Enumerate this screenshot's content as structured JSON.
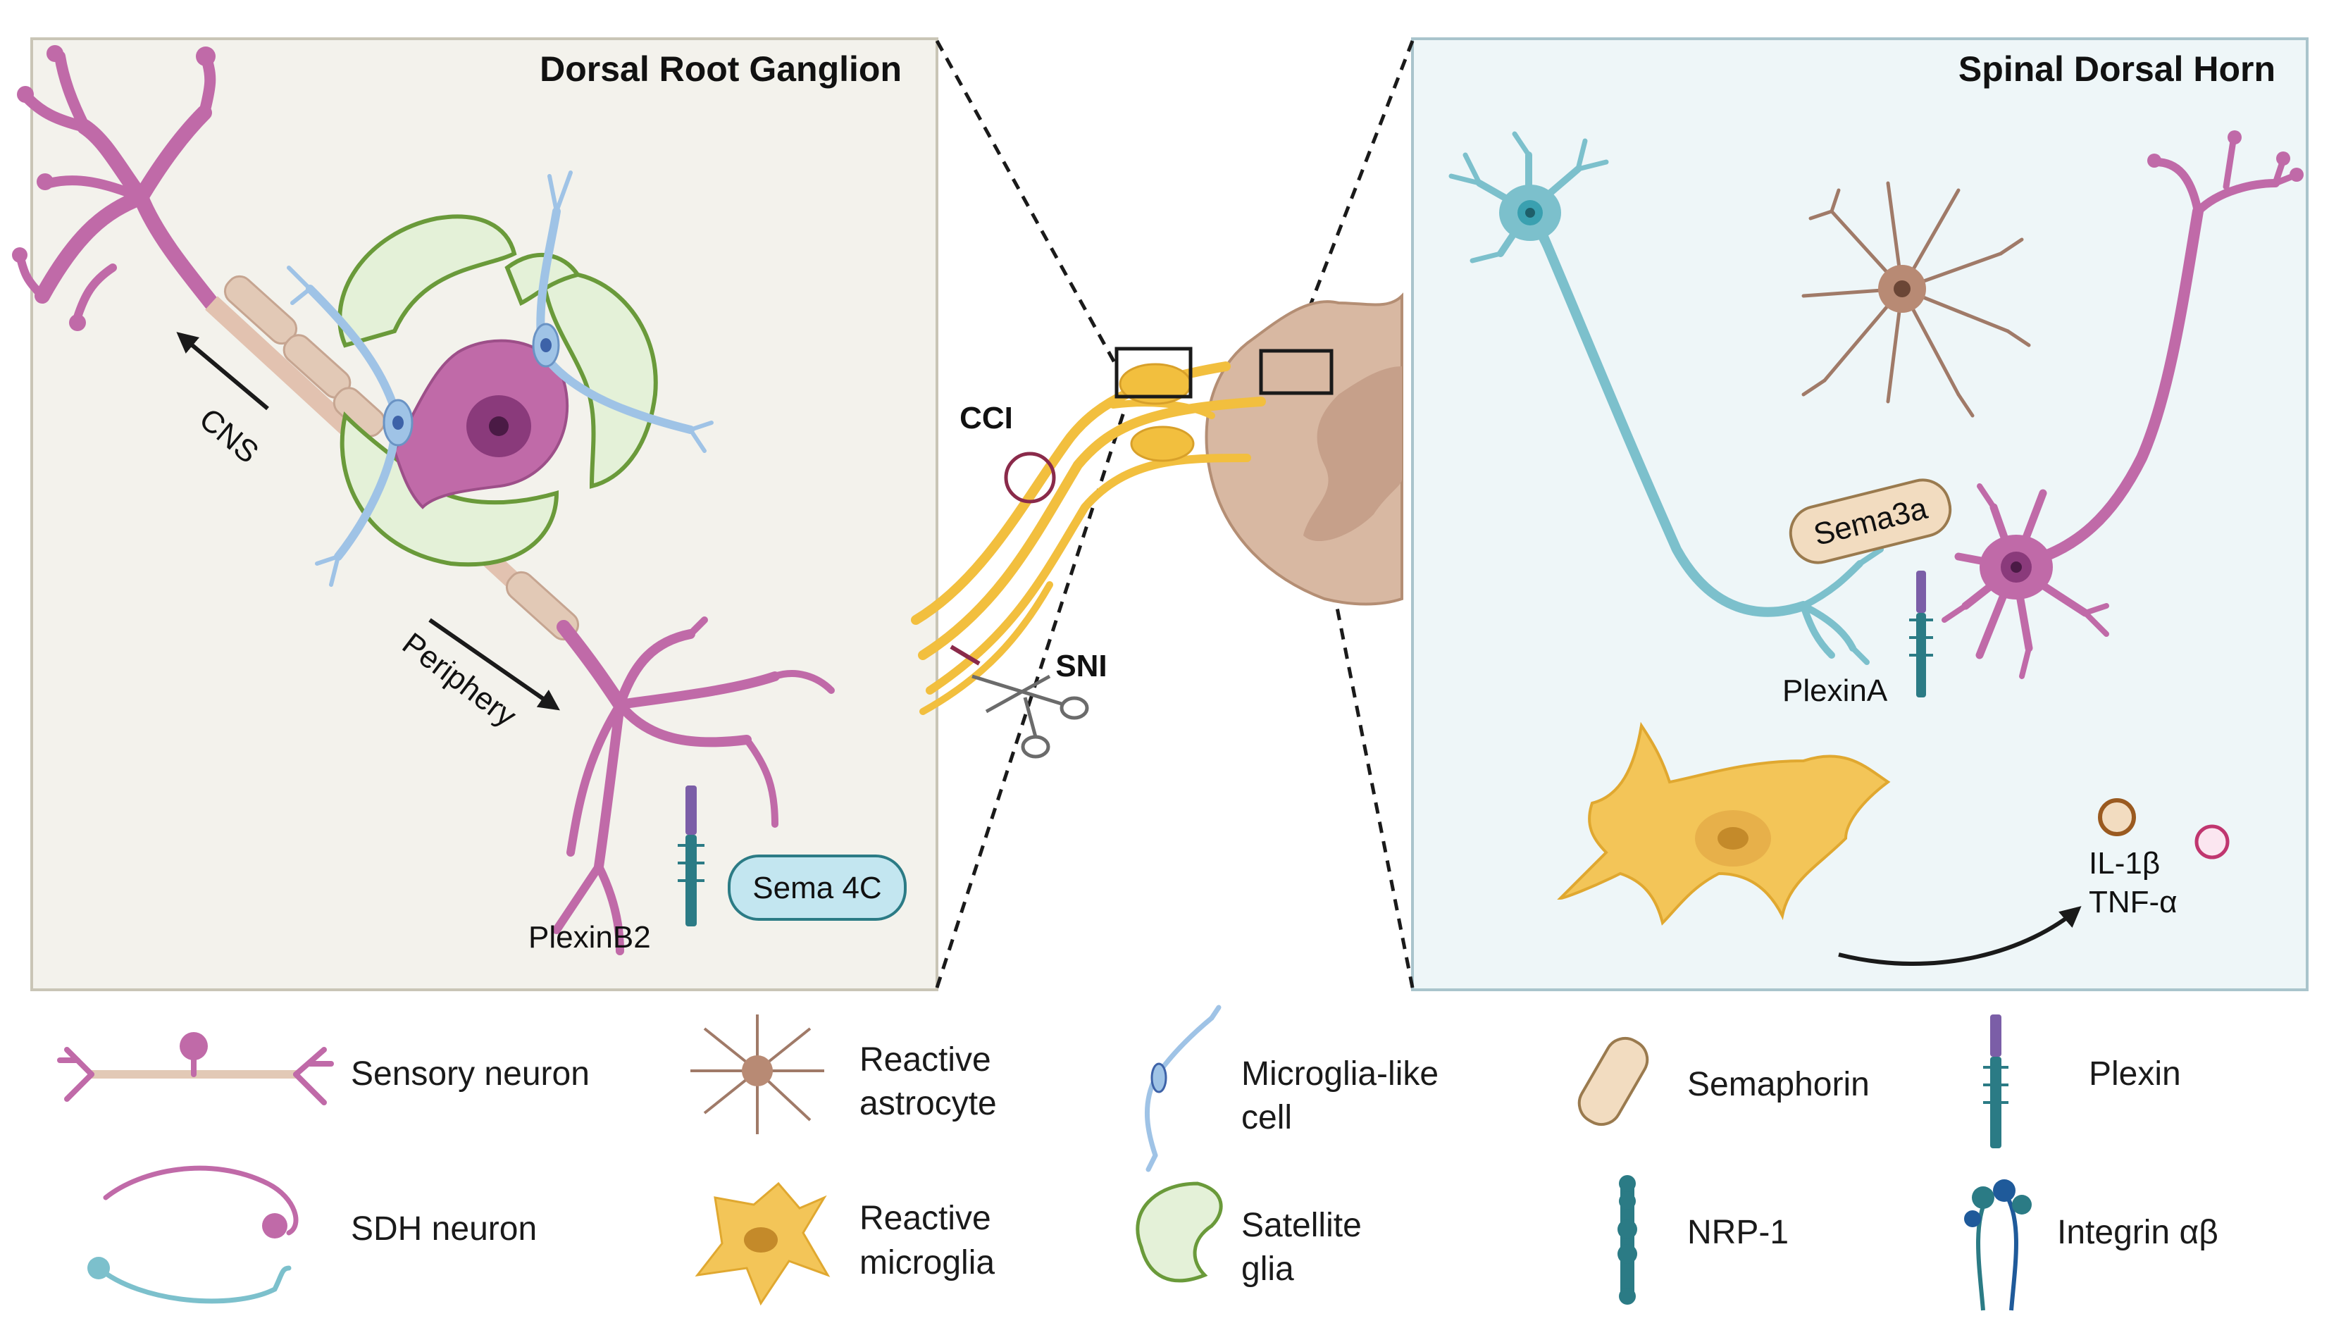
{
  "panels": {
    "left_title": "Dorsal Root Ganglion",
    "right_title": "Spinal Dorsal Horn"
  },
  "left_labels": {
    "cns": "CNS",
    "periphery": "Periphery",
    "plexin_b2": "PlexinB2",
    "sema4c": "Sema 4C"
  },
  "middle_labels": {
    "cci": "CCI",
    "sni": "SNI"
  },
  "right_labels": {
    "sema3a": "Sema3a",
    "plexin_a": "PlexinA",
    "il1b": "IL-1β",
    "tnfa": "TNF-α"
  },
  "legend": {
    "sensory_neuron": "Sensory neuron",
    "sdh_neuron": "SDH neuron",
    "reactive_astrocyte": [
      "Reactive",
      "astrocyte"
    ],
    "reactive_microglia": [
      "Reactive",
      "microglia"
    ],
    "microglia_like": [
      "Microglia-like",
      "cell"
    ],
    "satellite_glia": [
      "Satellite",
      "glia"
    ],
    "semaphorin": "Semaphorin",
    "nrp1": "NRP-1",
    "plexin": "Plexin",
    "integrin": "Integrin αβ"
  },
  "colors": {
    "sensory": "#c06aa8",
    "sdh_blue": "#7cc0cc",
    "astro": "#a07a68",
    "microglia": "#f3c558",
    "glia": "#e4f1d8",
    "glia_stroke": "#6a9a3a",
    "micro_like": "#9fc3e6",
    "nerve": "#f2bf3e",
    "spinal": "#d8b8a2",
    "left_bg": "#f3f2ec",
    "right_bg": "#eef6f8"
  }
}
